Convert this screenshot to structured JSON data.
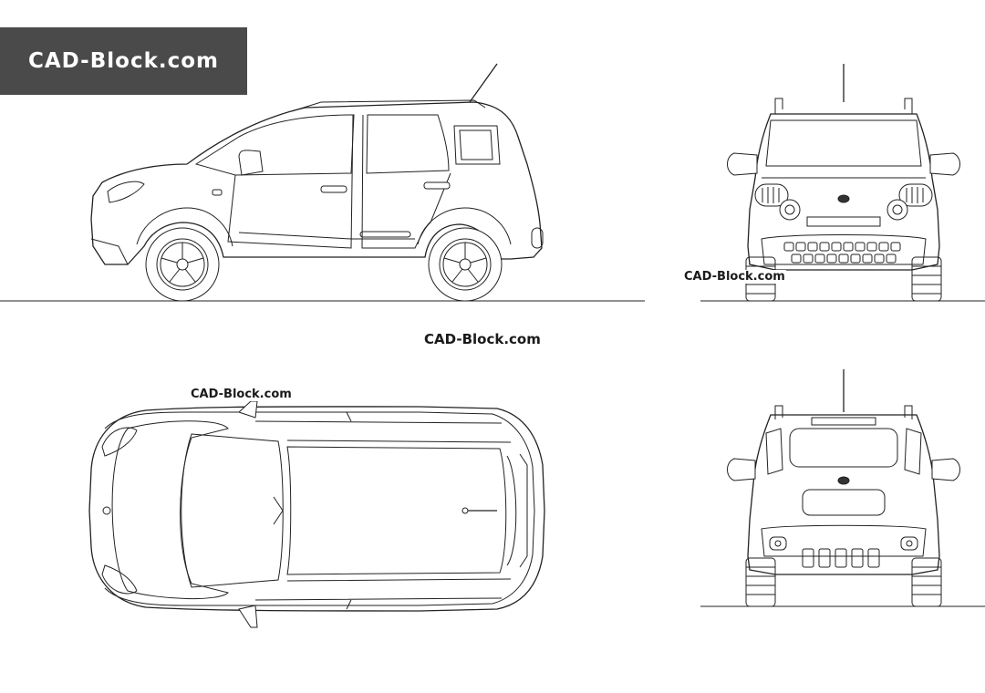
{
  "banner": {
    "text": "CAD-Block.com"
  },
  "watermarks": {
    "side": "CAD-Block.com",
    "middle": "CAD-Block.com",
    "top": "CAD-Block.com"
  },
  "colors": {
    "banner_bg": "#4a4a4a",
    "line": "#222222",
    "background": "#ffffff"
  },
  "views": [
    "side-view",
    "front-view",
    "top-view",
    "rear-view"
  ]
}
